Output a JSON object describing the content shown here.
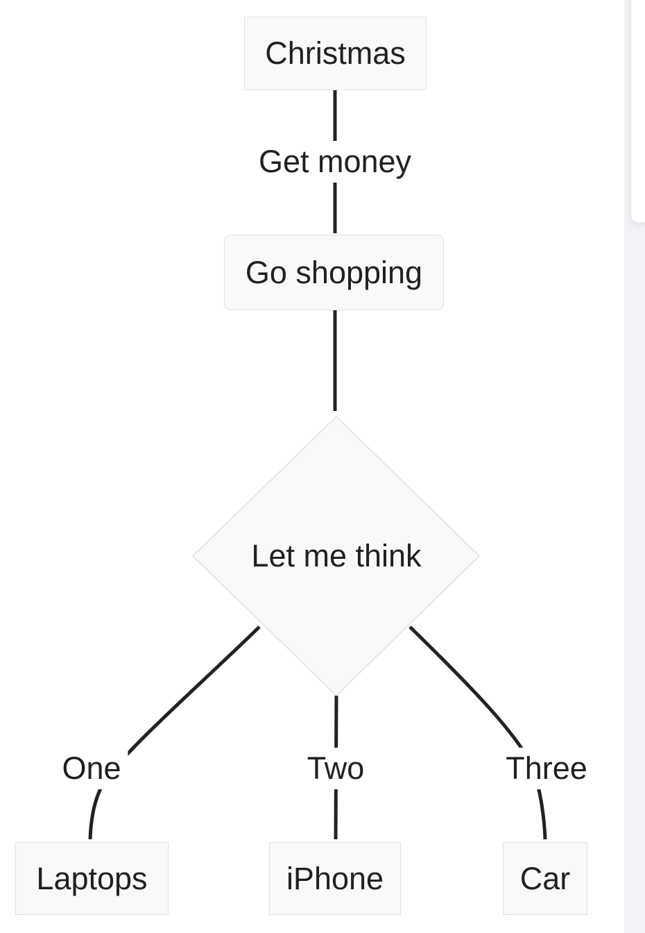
{
  "diagram": {
    "type": "flowchart",
    "direction": "top-down",
    "nodes": [
      {
        "id": "christmas",
        "label": "Christmas",
        "shape": "rectangle"
      },
      {
        "id": "go-shopping",
        "label": "Go shopping",
        "shape": "rounded-rectangle"
      },
      {
        "id": "decision",
        "label": "Let me think",
        "shape": "diamond"
      },
      {
        "id": "laptops",
        "label": "Laptops",
        "shape": "rectangle"
      },
      {
        "id": "iphone",
        "label": "iPhone",
        "shape": "rectangle"
      },
      {
        "id": "car",
        "label": "Car",
        "shape": "rectangle"
      }
    ],
    "edges": [
      {
        "from": "christmas",
        "to": "go-shopping",
        "label": "Get money"
      },
      {
        "from": "go-shopping",
        "to": "decision",
        "label": ""
      },
      {
        "from": "decision",
        "to": "laptops",
        "label": "One"
      },
      {
        "from": "decision",
        "to": "iphone",
        "label": "Two"
      },
      {
        "from": "decision",
        "to": "car",
        "label": "Three"
      }
    ],
    "colors": {
      "node_fill": "#f9f9f9",
      "node_border": "#e0e0e0",
      "edge_stroke": "#222222",
      "text": "#1f2022",
      "page_background": "#ffffff",
      "gutter_band": "#f2f3f6",
      "panel_card_border": "#e7e8ec"
    }
  }
}
